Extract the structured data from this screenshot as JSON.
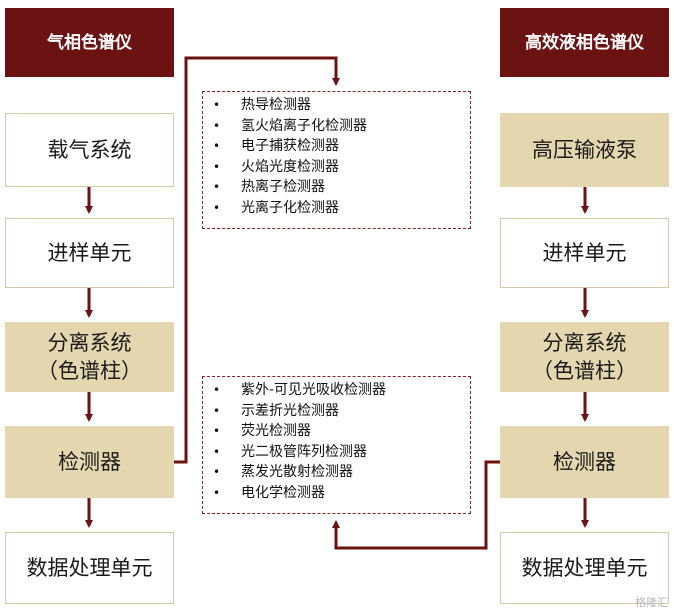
{
  "left_column": {
    "header": "气相色谱仪",
    "steps": [
      {
        "line1": "载气系统"
      },
      {
        "line1": "进样单元"
      },
      {
        "line1": "分离系统",
        "line2": "（色谱柱）"
      },
      {
        "line1": "检测器"
      },
      {
        "line1": "数据处理单元"
      }
    ]
  },
  "right_column": {
    "header": "高效液相色谱仪",
    "steps": [
      {
        "line1": "高压输液泵"
      },
      {
        "line1": "进样单元"
      },
      {
        "line1": "分离系统",
        "line2": "（色谱柱）"
      },
      {
        "line1": "检测器"
      },
      {
        "line1": "数据处理单元"
      }
    ]
  },
  "gc_detectors": {
    "bullet": "•",
    "items": [
      "热导检测器",
      "氢火焰离子化检测器",
      "电子捕获检测器",
      "火焰光度检测器",
      "热离子检测器",
      "光离子化检测器"
    ]
  },
  "lc_detectors": {
    "bullet": "•",
    "items": [
      "紫外-可见光吸收检测器",
      "示差折光检测器",
      "荧光检测器",
      "光二极管阵列检测器",
      "蒸发光散射检测器",
      "电化学检测器"
    ]
  },
  "watermark": "格隆汇",
  "colors": {
    "header": "#6b1212",
    "arrow": "#6b1212",
    "tan": "#e4d6ae",
    "dashed": "#8a1f1f"
  }
}
